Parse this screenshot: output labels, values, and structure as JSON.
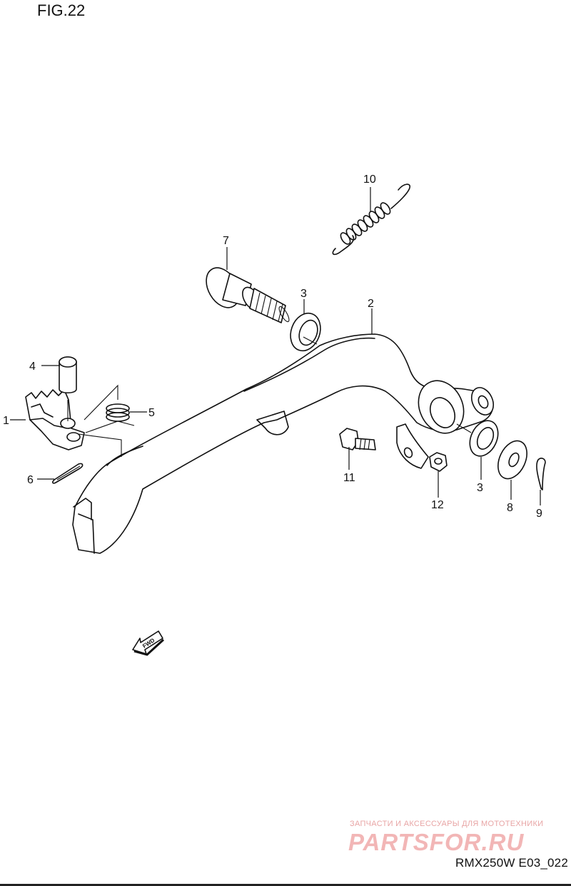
{
  "figure": {
    "title": "FIG.22",
    "code": "RMX250W E03_022"
  },
  "callouts": [
    "1",
    "2",
    "3",
    "3",
    "4",
    "5",
    "6",
    "7",
    "8",
    "9",
    "10",
    "11",
    "12"
  ],
  "fwd_arrow": {
    "text": "FWD"
  },
  "watermark": {
    "tagline": "ЗАПЧАСТИ И АКСЕССУАРЫ ДЛЯ МОТОТЕХНИКИ",
    "logo": "PARTSFOR.RU",
    "color": "#f2b6b6"
  }
}
